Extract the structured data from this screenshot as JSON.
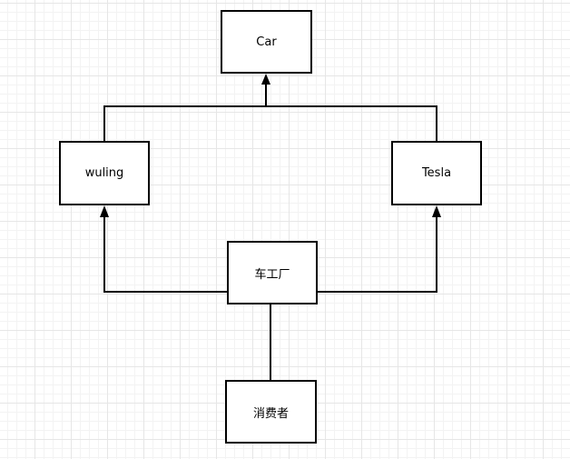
{
  "diagram": {
    "nodes": {
      "car": "Car",
      "wuling": "wuling",
      "tesla": "Tesla",
      "factory": "车工厂",
      "consumer": "消费者"
    },
    "edges": [
      {
        "from": "wuling",
        "to": "car",
        "type": "inheritance-arrow"
      },
      {
        "from": "tesla",
        "to": "car",
        "type": "inheritance-arrow"
      },
      {
        "from": "factory",
        "to": "wuling",
        "type": "arrow"
      },
      {
        "from": "factory",
        "to": "tesla",
        "type": "arrow"
      },
      {
        "from": "consumer",
        "to": "factory",
        "type": "line"
      }
    ]
  }
}
